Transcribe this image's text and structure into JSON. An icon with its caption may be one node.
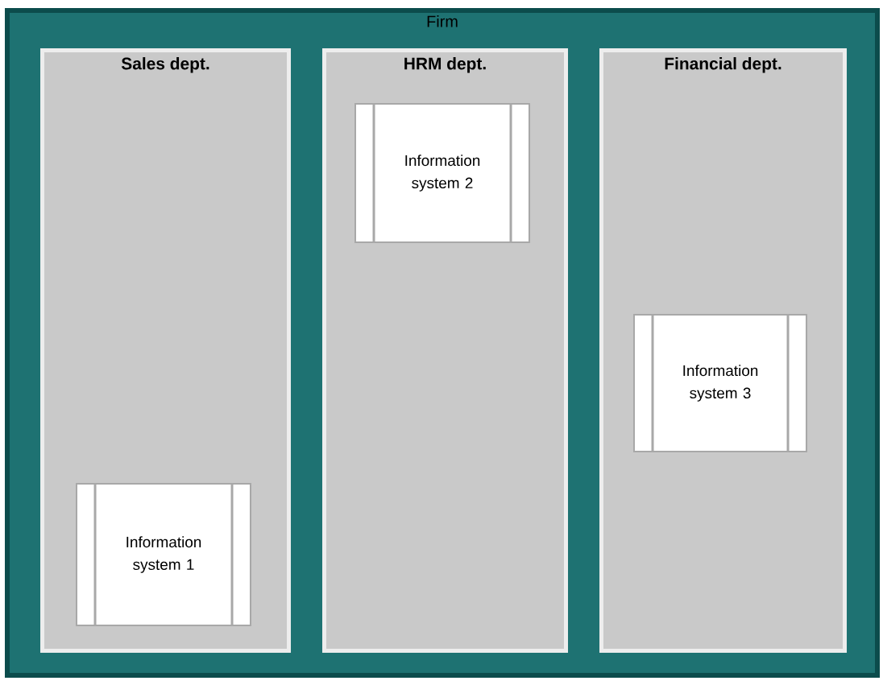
{
  "diagram": {
    "nodes": [
      {
        "text": [
          "Firm"
        ]
      },
      {
        "text": [
          "Sales dept."
        ],
        "in": 0
      },
      {
        "text": [
          "HRM dept."
        ],
        "in": 0
      },
      {
        "text": [
          "Financial dept."
        ],
        "in": 0
      },
      {
        "text": [
          "Information system 1"
        ],
        "in": 1
      },
      {
        "text": [
          "Information system 2"
        ],
        "in": 2
      },
      {
        "text": [
          "Information system 3"
        ],
        "in": 3
      }
    ]
  }
}
